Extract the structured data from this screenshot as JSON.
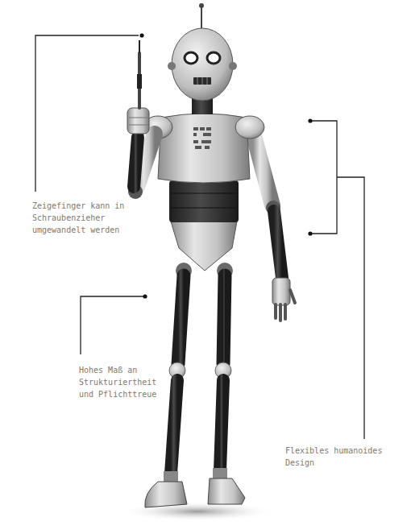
{
  "diagram": {
    "labels": [
      "Zeigefinger kann in Schraubenzieher umgewandelt werden",
      "Hohes Maß an Strukturiertheit und Pflichttreue",
      "Flexibles humanoides Design"
    ]
  }
}
